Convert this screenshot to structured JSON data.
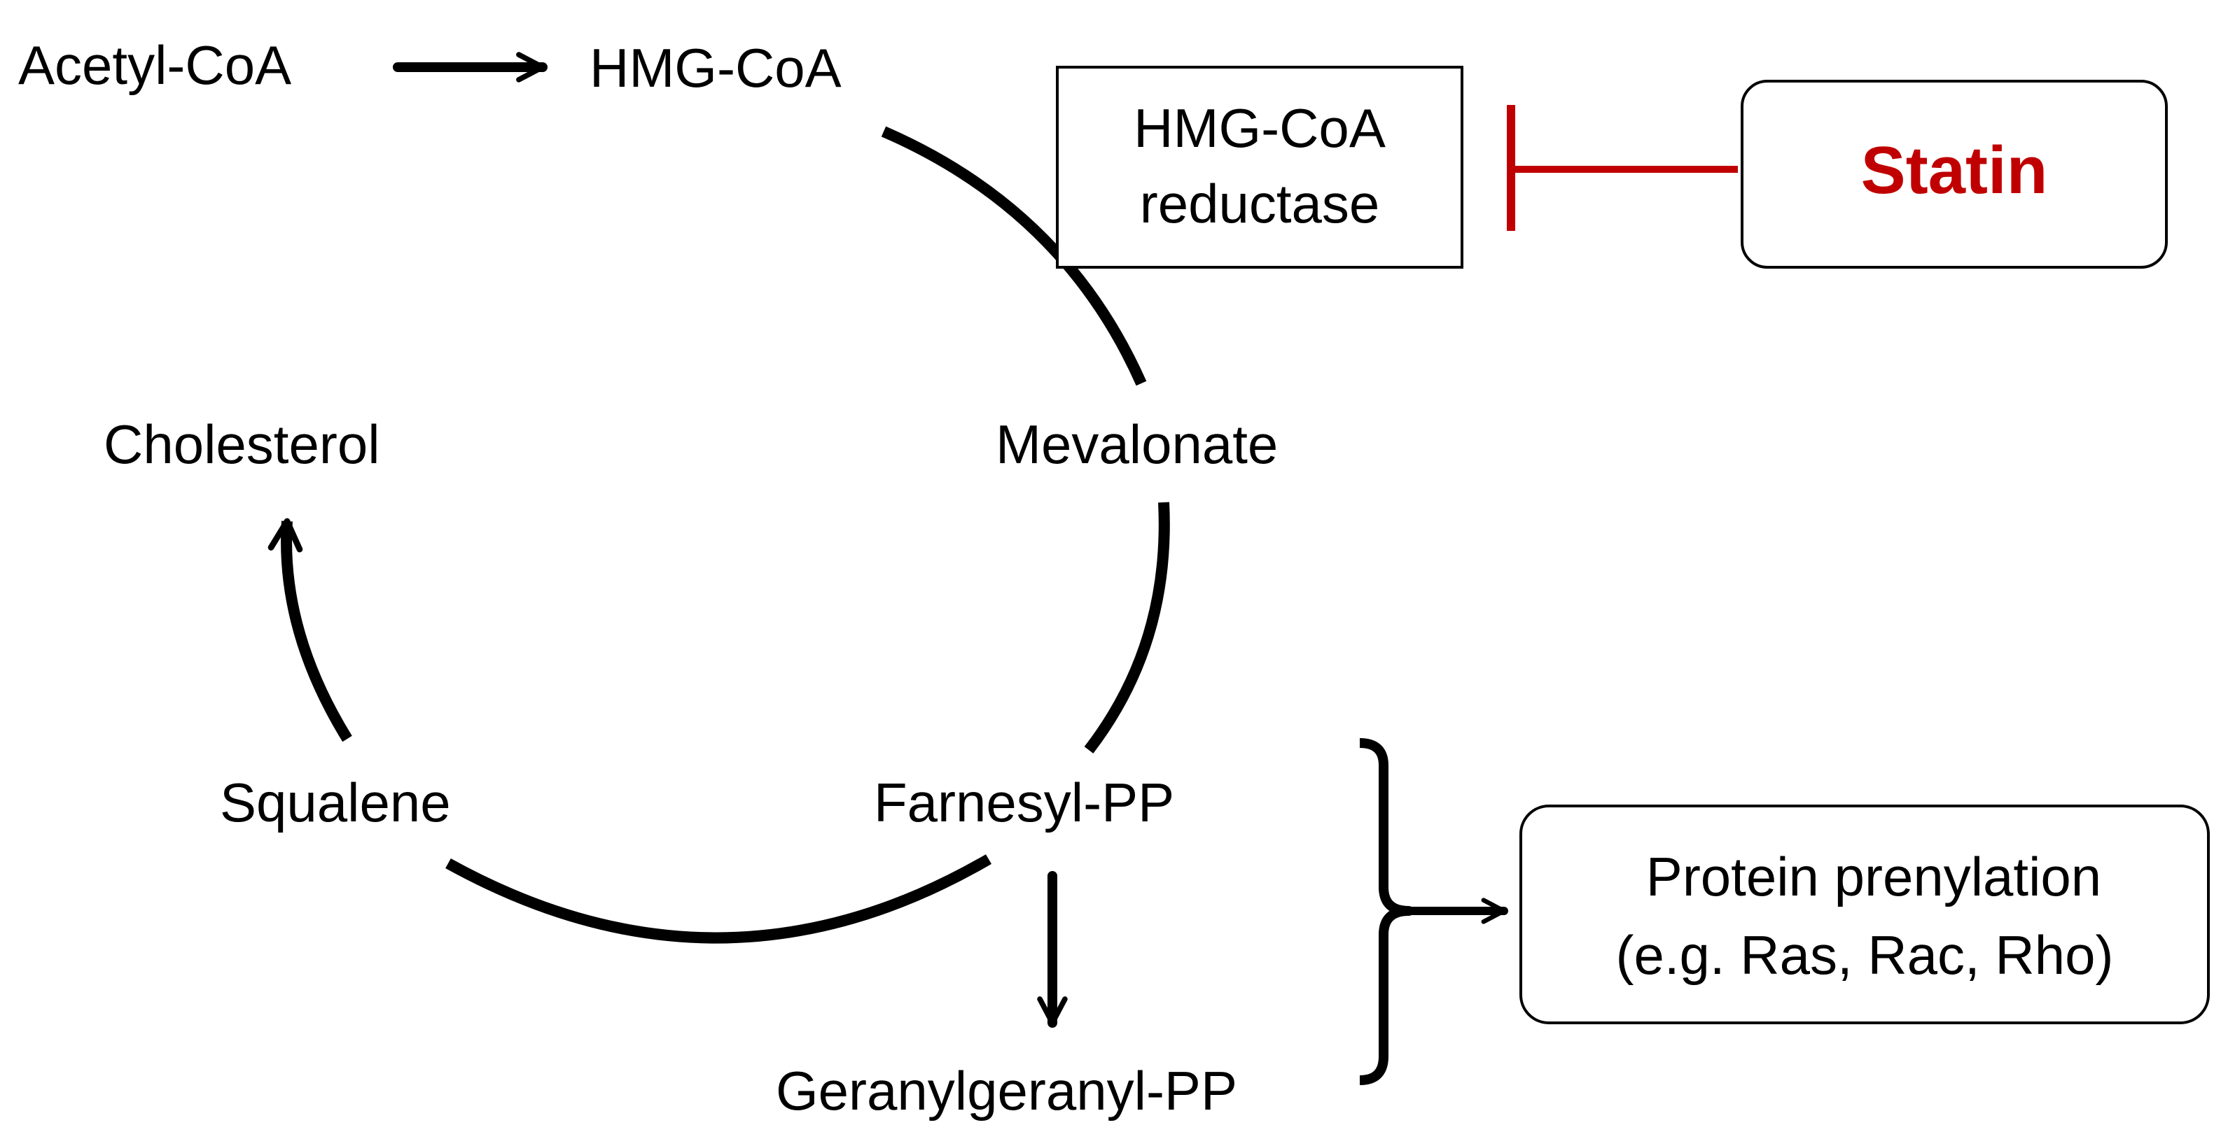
{
  "pathway": {
    "acetyl_coa": "Acetyl-CoA",
    "hmg_coa": "HMG-CoA",
    "mevalonate": "Mevalonate",
    "farnesyl_pp": "Farnesyl-PP",
    "squalene": "Squalene",
    "cholesterol": "Cholesterol",
    "geranylgeranyl_pp": "Geranylgeranyl-PP"
  },
  "enzyme": {
    "line1": "HMG-CoA",
    "line2": "reductase"
  },
  "inhibitor": {
    "label": "Statin",
    "color": "#c00000"
  },
  "outcome": {
    "line1": "Protein prenylation",
    "line2": "(e.g. Ras, Rac, Rho)"
  },
  "colors": {
    "ink": "#000000",
    "inhibition": "#c00000",
    "background": "#ffffff"
  }
}
